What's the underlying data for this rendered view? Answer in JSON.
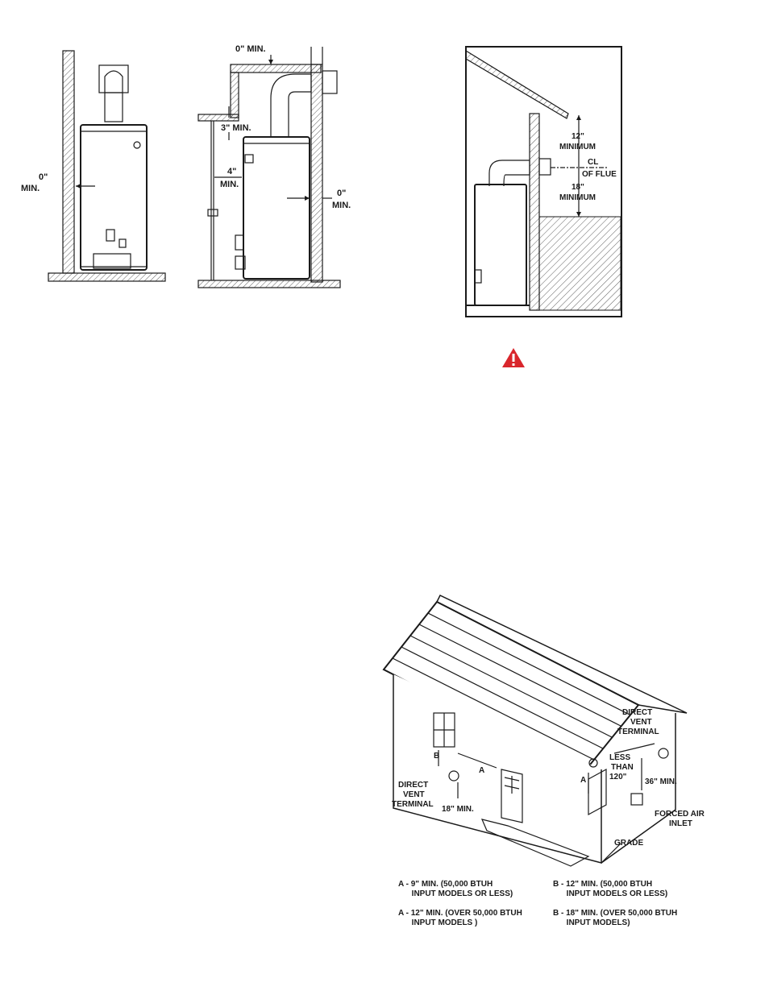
{
  "fig1": {
    "left_clearance": "0\"",
    "left_clearance_min": "MIN."
  },
  "fig2": {
    "top_clearance": "0\" MIN.",
    "ceiling_clearance": "3\" MIN.",
    "front_clearance": "4\"",
    "front_clearance_min": "MIN.",
    "right_clearance": "0\"",
    "right_clearance_min": "MIN."
  },
  "fig3": {
    "above_value": "12\"",
    "above_min": "MINIMUM",
    "flue_cl": "CL",
    "flue_label": "OF FLUE",
    "below_value": "18\"",
    "below_min": "MINIMUM"
  },
  "warning": {
    "icon": "warning-triangle-icon",
    "color": "#d9262c"
  },
  "fig4": {
    "direct_vent_left": [
      "DIRECT",
      "VENT",
      "TERMINAL"
    ],
    "direct_vent_right": [
      "DIRECT",
      "VENT",
      "TERMINAL"
    ],
    "label_a": "A",
    "label_a2": "A",
    "label_b": "B",
    "min_18": "18\" MIN.",
    "less_than": [
      "LESS",
      "THAN",
      "120\""
    ],
    "min_36": "36\" MIN.",
    "forced_air": [
      "FORCED AIR",
      "INLET"
    ],
    "grade": "GRADE",
    "notes": {
      "a1": "A - 9\" MIN. (50,000 BTUH\n      INPUT MODELS OR LESS)",
      "a2": "A - 12\" MIN. (OVER 50,000 BTUH\n      INPUT MODELS )",
      "b1": "B - 12\" MIN. (50,000 BTUH\n      INPUT MODELS OR LESS)",
      "b2": "B - 18\" MIN. (OVER 50,000 BTUH\n      INPUT MODELS)"
    }
  }
}
